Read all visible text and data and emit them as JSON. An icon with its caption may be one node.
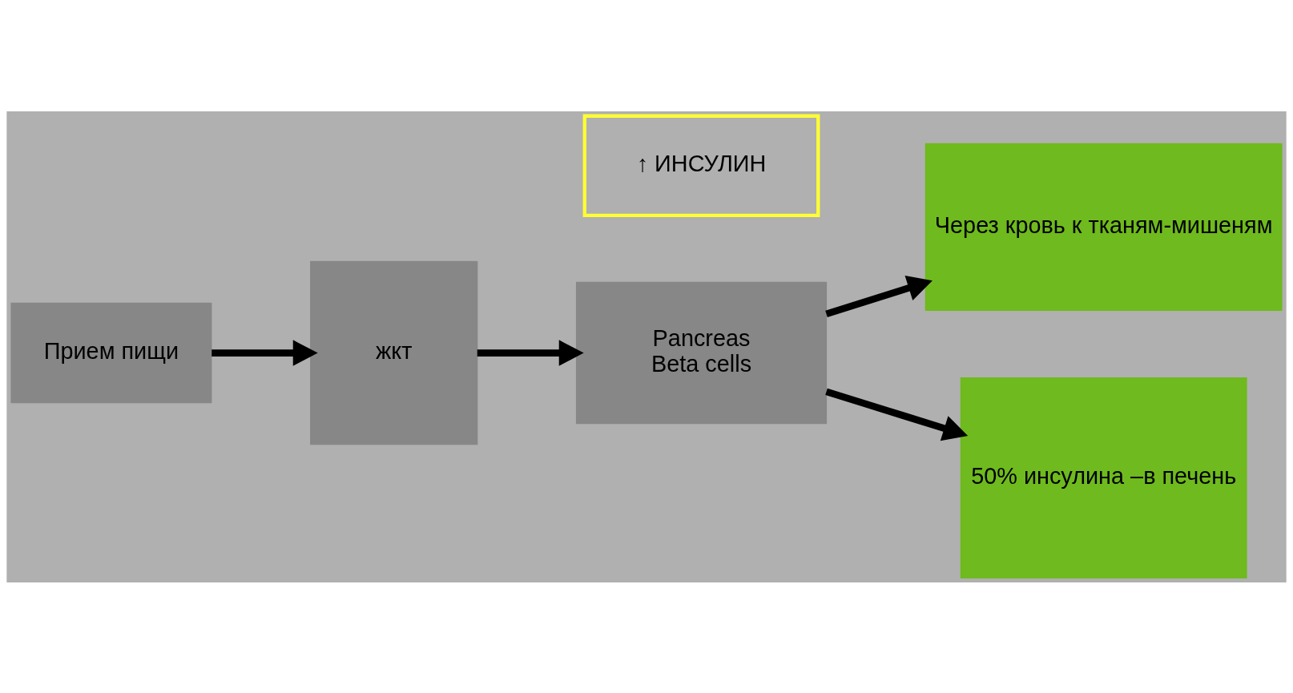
{
  "diagram": {
    "nodes": [
      {
        "text": [
          "Прием пищи"
        ]
      },
      {
        "text": [
          "↑ ИНСУЛИН"
        ]
      },
      {
        "text": [
          "Через кровь к тканям-мишеням"
        ]
      },
      {
        "text": [
          "жкт"
        ]
      },
      {
        "text": [
          "Pancreas",
          "Beta cells"
        ]
      },
      {
        "text": [
          "50% инсулина –в печень"
        ]
      }
    ],
    "edges": [
      {
        "from": 0,
        "to": 3,
        "arrow": "to"
      },
      {
        "from": 3,
        "to": 4,
        "arrow": "to"
      },
      {
        "from": 4,
        "to": 2,
        "arrow": "to"
      },
      {
        "from": 4,
        "to": 5,
        "arrow": "to"
      }
    ]
  }
}
